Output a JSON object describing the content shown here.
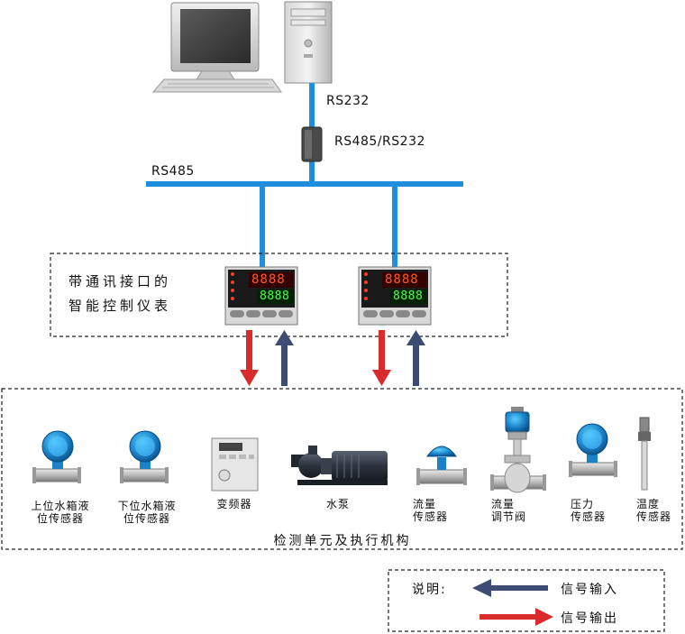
{
  "labels": {
    "rs232": "RS232",
    "converter": "RS485/RS232",
    "rs485": "RS485"
  },
  "meter_box": {
    "line1": "带通讯接口的",
    "line2": "智能控制仪表"
  },
  "meter_display": {
    "top_digits": "8888",
    "bottom_digits": "8888"
  },
  "devices": [
    {
      "line1": "上位水箱液",
      "line2": "位传感器"
    },
    {
      "line1": "下位水箱液",
      "line2": "位传感器"
    },
    {
      "line1": "变频器",
      "line2": ""
    },
    {
      "line1": "水泵",
      "line2": ""
    },
    {
      "line1": "流量",
      "line2": "传感器"
    },
    {
      "line1": "流量",
      "line2": "调节阀"
    },
    {
      "line1": "压力",
      "line2": "传感器"
    },
    {
      "line1": "温度",
      "line2": "传感器"
    }
  ],
  "unit_box": {
    "title": "检测单元及执行机构"
  },
  "legend": {
    "title": "说明:",
    "input": "信号输入",
    "output": "信号输出"
  },
  "colors": {
    "bus_blue": "#1e8fdc",
    "signal_in": "#3d4c72",
    "signal_out": "#d92b2b",
    "sensor_blue": "#1a82c8"
  }
}
